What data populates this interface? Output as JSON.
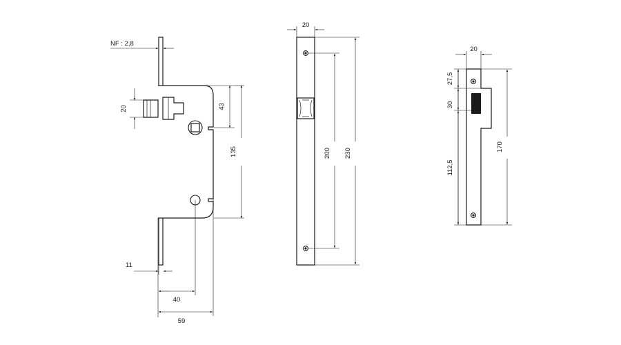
{
  "lock_case": {
    "nf_label": "NF : 2,8",
    "bolt_height": "20",
    "follower_offset": "43",
    "centre_distance": "135",
    "faceplate_offset": "11",
    "backset": "40",
    "case_depth": "59"
  },
  "faceplate": {
    "width": "20",
    "hole_spacing": "200",
    "length": "230"
  },
  "strike_plate": {
    "width": "20",
    "top_offset": "27,5",
    "opening_height": "30",
    "lower_section": "112,5",
    "length": "170"
  }
}
